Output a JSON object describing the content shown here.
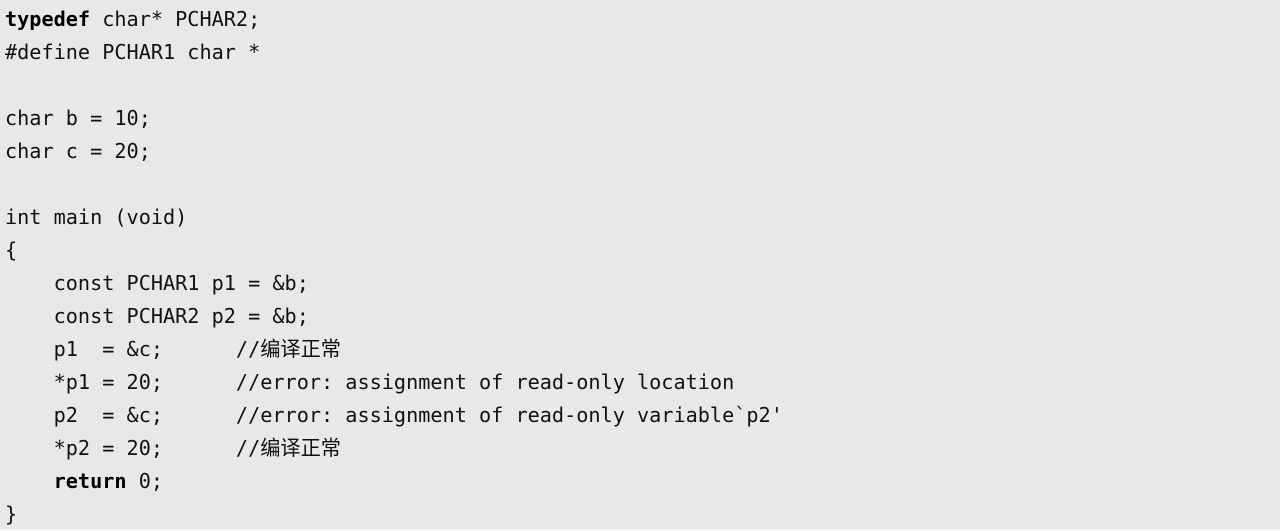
{
  "code": {
    "lines": [
      {
        "kw": "typedef",
        "rest": " char* PCHAR2;"
      },
      {
        "kw": "",
        "rest": "#define PCHAR1 char *"
      },
      {
        "kw": "",
        "rest": ""
      },
      {
        "kw": "",
        "rest": "char b = 10;"
      },
      {
        "kw": "",
        "rest": "char c = 20;"
      },
      {
        "kw": "",
        "rest": ""
      },
      {
        "kw": "",
        "rest": "int main (void)"
      },
      {
        "kw": "",
        "rest": "{"
      },
      {
        "kw": "",
        "rest": "    const PCHAR1 p1 = &b;"
      },
      {
        "kw": "",
        "rest": "    const PCHAR2 p2 = &b;"
      },
      {
        "kw": "",
        "rest": "    p1  = &c;      //编译正常"
      },
      {
        "kw": "",
        "rest": "    *p1 = 20;      //error: assignment of read-only location"
      },
      {
        "kw": "",
        "rest": "    p2  = &c;      //error: assignment of read-only variable`p2'"
      },
      {
        "kw": "",
        "rest": "    *p2 = 20;      //编译正常"
      },
      {
        "kw": "    return",
        "rest": " 0;"
      },
      {
        "kw": "",
        "rest": "}"
      }
    ]
  }
}
